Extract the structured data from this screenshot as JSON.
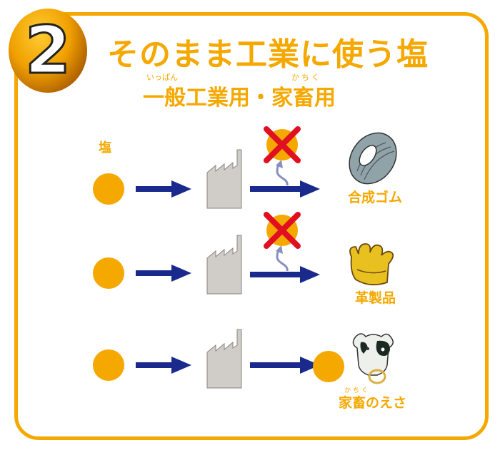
{
  "badge_number": "2",
  "title": "そのまま工業に使う塩",
  "subtitle": "一般工業用・家畜用",
  "subtitle_ruby": [
    "いっぱん",
    "かちく"
  ],
  "salt_label": "塩",
  "rows": [
    {
      "product": "合成ゴム",
      "salt_remains": false,
      "icon": "tire-icon"
    },
    {
      "product": "革製品",
      "salt_remains": false,
      "icon": "baseball-glove-icon"
    },
    {
      "product": "家畜のえさ",
      "product_ruby": "かちく",
      "salt_remains": true,
      "icon": "cow-icon"
    }
  ],
  "colors": {
    "accent": "#f5a800",
    "arrow": "#1a2a8c",
    "cross": "#e01020",
    "factory": "#d0ccc8"
  }
}
